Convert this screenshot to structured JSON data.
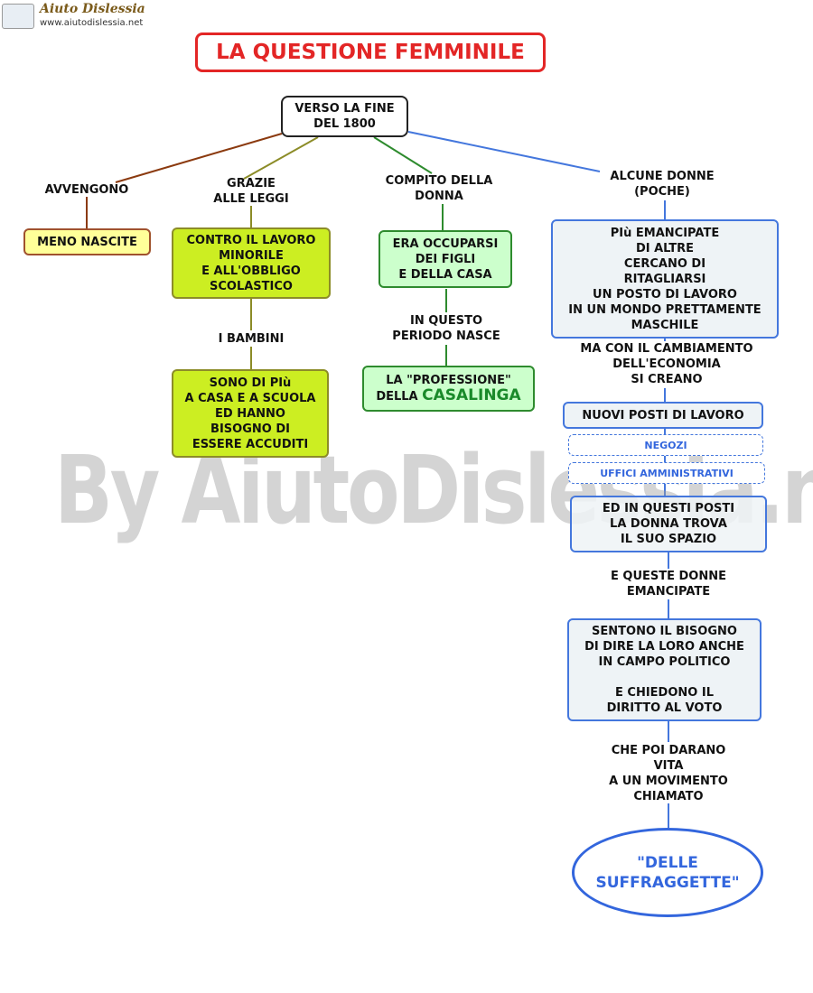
{
  "header": {
    "logo_name": "Aiuto Dislessia",
    "logo_url": "www.aiutodislessia.net"
  },
  "title": "LA QUESTIONE FEMMINILE",
  "watermark": "By AiutoDislessia.net",
  "colors": {
    "title": "#e32626",
    "brown_branch": "#8b3a0f",
    "olive_branch": "#8c8c28",
    "green_branch": "#2e8b2e",
    "blue_branch": "#4477dd"
  },
  "root": "VERSO LA FINE\nDEL 1800",
  "branch1": {
    "label": "AVVENGONO",
    "box": "MENO NASCITE"
  },
  "branch2": {
    "label": "GRAZIE\nALLE LEGGI",
    "box1": "CONTRO IL LAVORO\nMINORILE\nE ALL'OBBLIGO\nSCOLASTICO",
    "connector": "I BAMBINI",
    "box2": "SONO DI PIù\nA CASA E A SCUOLA\nED HANNO\nBISOGNO DI\nESSERE ACCUDITI"
  },
  "branch3": {
    "label": "COMPITO DELLA\nDONNA",
    "box1": "ERA OCCUPARSI\nDEI FIGLI\nE DELLA CASA",
    "connector": "IN QUESTO\nPERIODO NASCE",
    "box2_line1": "LA \"PROFESSIONE\"",
    "box2_line2_prefix": "DELLA ",
    "box2_line2_emph": "CASALINGA"
  },
  "branch4": {
    "label": "ALCUNE DONNE\n(POCHE)",
    "box1": "PIù EMANCIPATE\nDI ALTRE\nCERCANO DI\nRITAGLIARSI\nUN POSTO DI LAVORO\nIN UN MONDO PRETTAMENTE\nMASCHILE",
    "connector1": "MA CON IL CAMBIAMENTO\nDELL'ECONOMIA\nSI CREANO",
    "box2": "NUOVI POSTI DI LAVORO",
    "sub1": "NEGOZI",
    "sub2": "UFFICI AMMINISTRATIVI",
    "box3": "ED IN QUESTI POSTI\nLA DONNA TROVA\nIL SUO SPAZIO",
    "connector2": "E QUESTE DONNE\nEMANCIPATE",
    "box4": "SENTONO IL BISOGNO\nDI DIRE LA LORO ANCHE\nIN CAMPO POLITICO\n\nE CHIEDONO IL\nDIRITTO AL VOTO",
    "connector3": "CHE  POI DARANO\nVITA\nA UN MOVIMENTO\nCHIAMATO",
    "final": "\"DELLE\nSUFFRAGGETTE\""
  }
}
